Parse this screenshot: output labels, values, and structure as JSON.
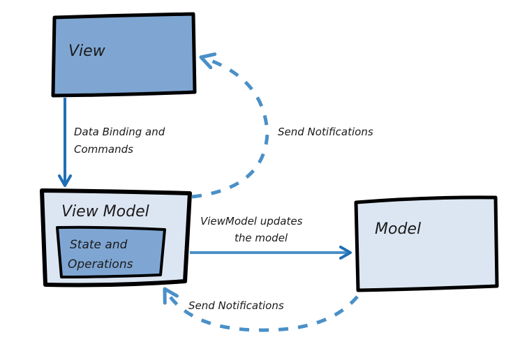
{
  "title": "MVVM pattern diagram",
  "colors": {
    "view_fill": "#7fa6d3",
    "viewmodel_fill": "#dce6f3",
    "inner_fill": "#7fa6d3",
    "model_fill": "#dce6f3",
    "solid_arrow": "#1f6fb5",
    "dashed_arrow": "#4a90c8",
    "outline": "#000000"
  },
  "nodes": {
    "view": {
      "label": "View"
    },
    "viewmodel": {
      "label": "View Model"
    },
    "state": {
      "line1": "State and",
      "line2": "Operations"
    },
    "model": {
      "label": "Model"
    }
  },
  "edges": {
    "data_binding": {
      "line1": "Data Binding and",
      "line2": "Commands"
    },
    "notify_view": {
      "label": "Send Notifications"
    },
    "updates_model": {
      "line1": "ViewModel updates",
      "line2": "the model"
    },
    "notify_viewmodel": {
      "label": "Send Notifications"
    }
  }
}
